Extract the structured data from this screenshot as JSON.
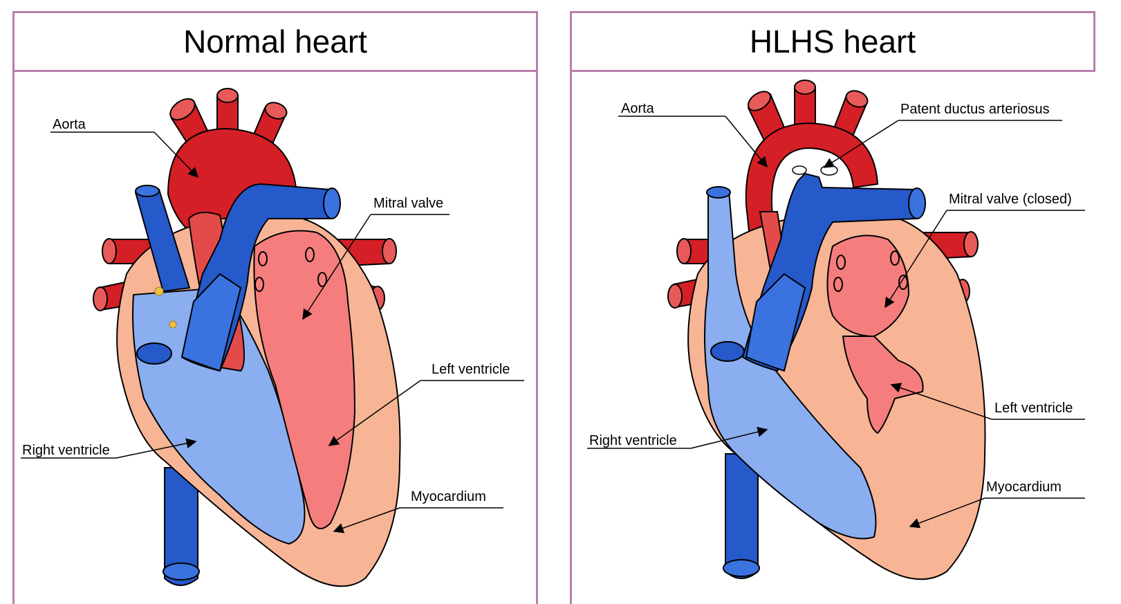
{
  "panels": [
    {
      "title": "Normal heart",
      "labels": {
        "aorta": "Aorta",
        "mitral_valve": "Mitral valve",
        "left_ventricle": "Left ventricle",
        "right_ventricle": "Right ventricle",
        "myocardium": "Myocardium"
      }
    },
    {
      "title": "HLHS heart",
      "labels": {
        "aorta": "Aorta",
        "pda": "Patent ductus arteriosus",
        "mitral_valve": "Mitral valve (closed)",
        "left_ventricle": "Left ventricle",
        "right_ventricle": "Right ventricle",
        "myocardium": "Myocardium"
      }
    }
  ],
  "colors": {
    "border": "#b77fab",
    "aorta_red": "#d41f26",
    "vessel_blue": "#2659c9",
    "light_blue": "#8aaeef",
    "pink": "#f57d7d",
    "myocardium": "#f7b596"
  }
}
